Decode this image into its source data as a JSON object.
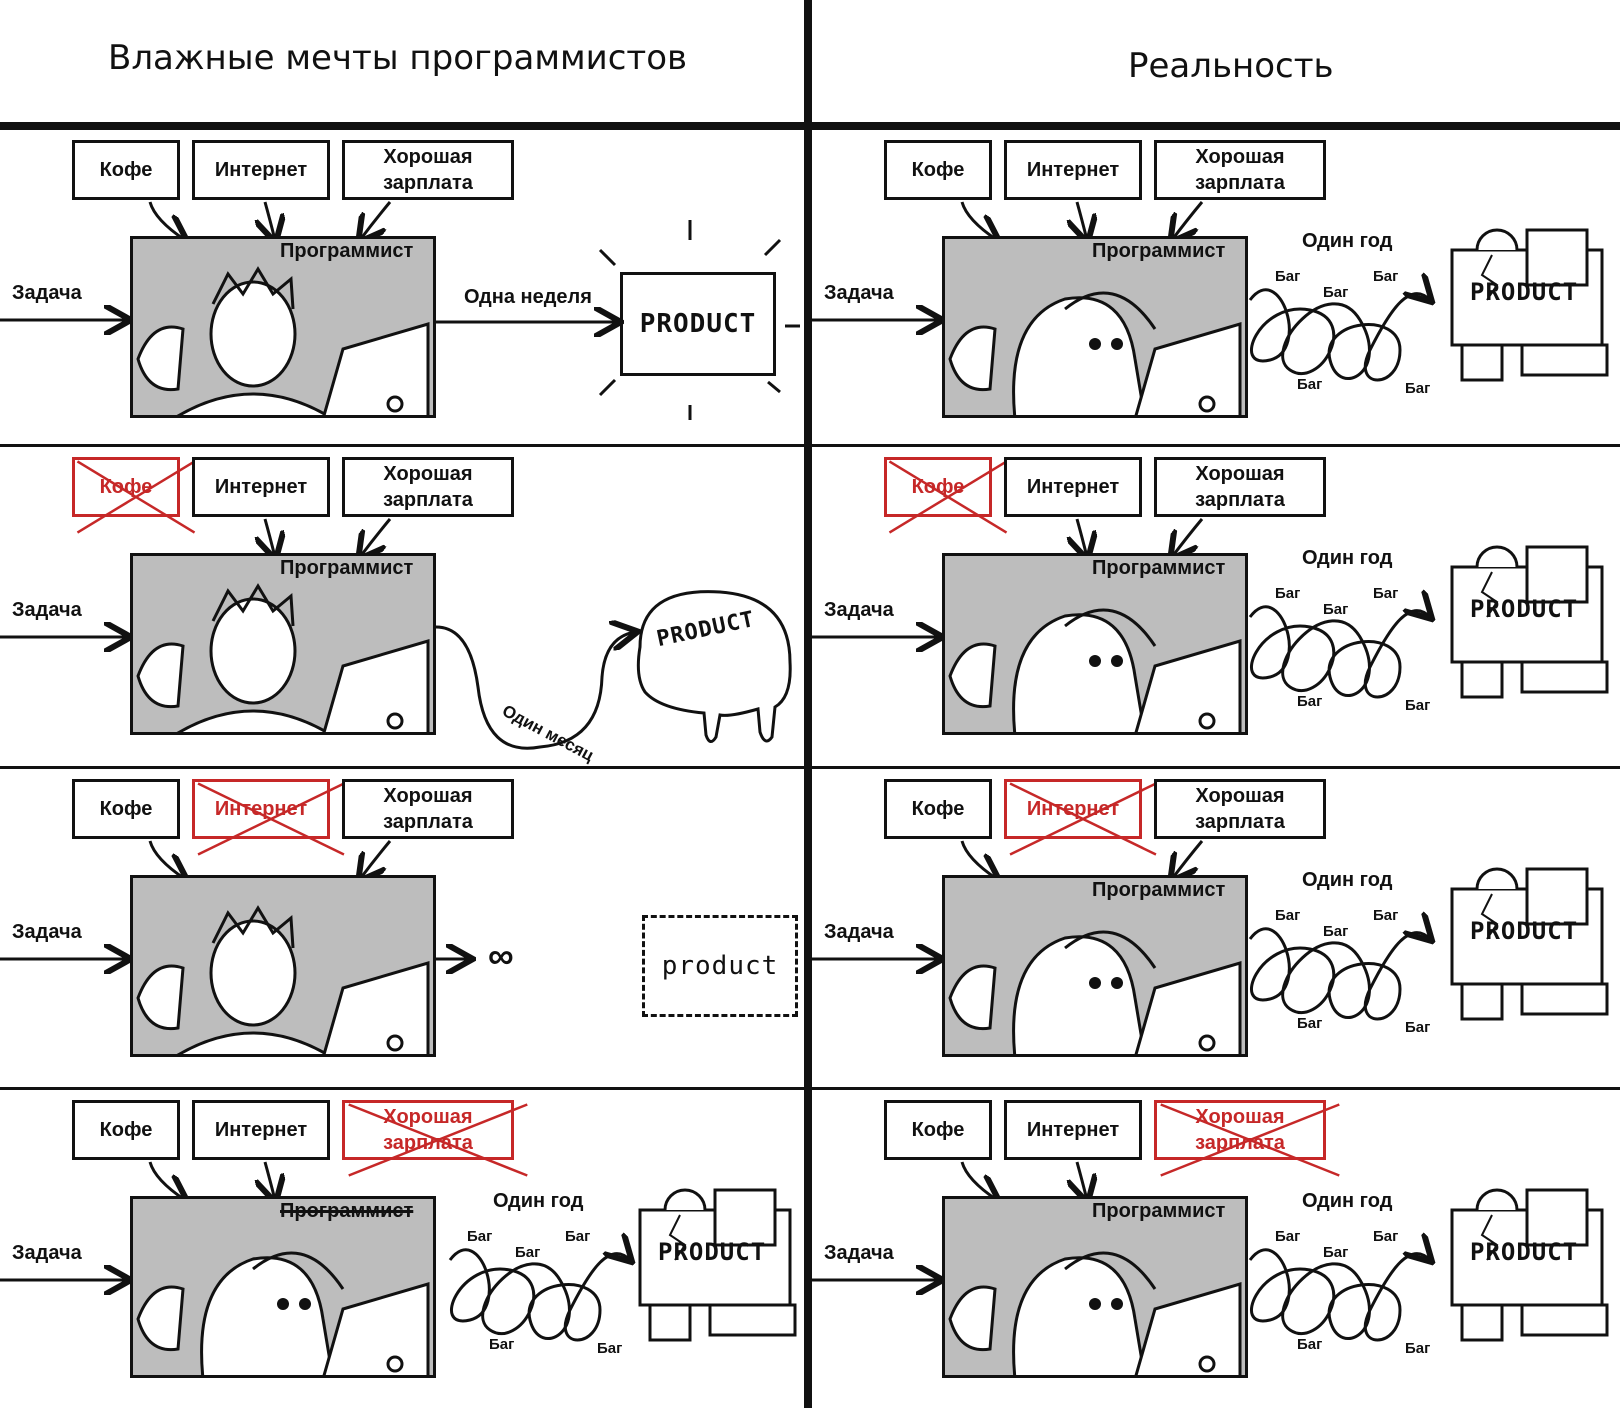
{
  "header": {
    "left_title": "Влажные мечты программистов",
    "right_title": "Реальность"
  },
  "labels": {
    "coffee": "Кофе",
    "internet": "Интернет",
    "salary": "Хорошая\nзарплата",
    "programmer": "Программист",
    "task": "Задача",
    "bug": "Баг",
    "product_upper": "PRODUCT",
    "product_lower": "product",
    "infinity": "∞"
  },
  "left_panels": [
    {
      "coffee_crossed": false,
      "internet_crossed": false,
      "salary_crossed": false,
      "time_label": "Одна неделя",
      "outcome": "shiny-product"
    },
    {
      "coffee_crossed": true,
      "internet_crossed": false,
      "salary_crossed": false,
      "time_label": "Один месяц",
      "outcome": "melting-product"
    },
    {
      "coffee_crossed": false,
      "internet_crossed": true,
      "salary_crossed": false,
      "time_label": "",
      "outcome": "dashed-product-infinity"
    },
    {
      "coffee_crossed": false,
      "internet_crossed": false,
      "salary_crossed": true,
      "time_label": "Один год",
      "outcome": "broken-product"
    }
  ],
  "right_panels": [
    {
      "coffee_crossed": false,
      "internet_crossed": false,
      "salary_crossed": false,
      "time_label": "Один год"
    },
    {
      "coffee_crossed": true,
      "internet_crossed": false,
      "salary_crossed": false,
      "time_label": "Один год"
    },
    {
      "coffee_crossed": false,
      "internet_crossed": true,
      "salary_crossed": false,
      "time_label": "Один год"
    },
    {
      "coffee_crossed": false,
      "internet_crossed": false,
      "salary_crossed": true,
      "time_label": "Один год"
    }
  ],
  "colors": {
    "ink": "#111111",
    "scene_gray": "#bdbdbd",
    "cross_red": "#c62828"
  }
}
